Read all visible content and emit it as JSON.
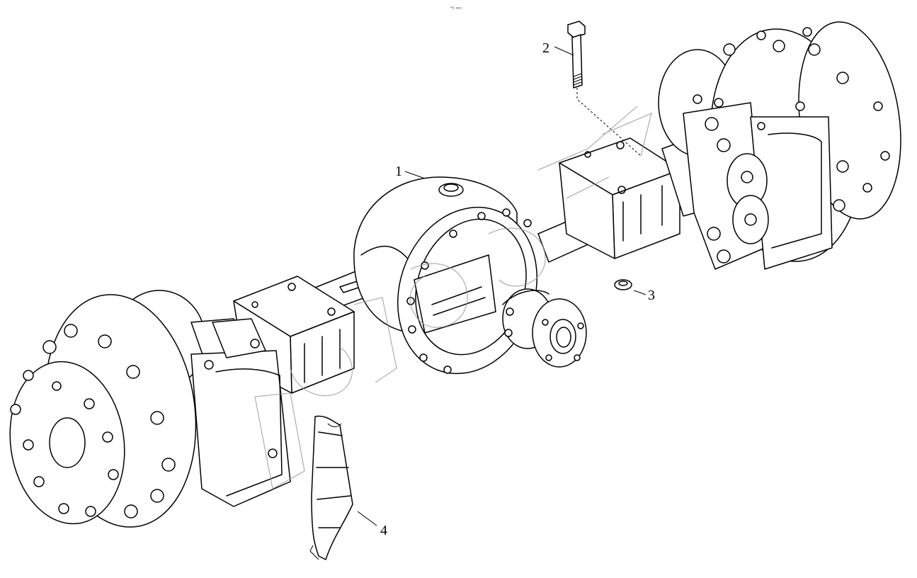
{
  "top_marker": "▫₀ ₀₀₀",
  "callouts": {
    "c1": "1",
    "c2": "2",
    "c3": "3",
    "c4": "4"
  },
  "colors": {
    "line": "#000000",
    "background": "#ffffff",
    "watermark": "#9a9a9a"
  }
}
